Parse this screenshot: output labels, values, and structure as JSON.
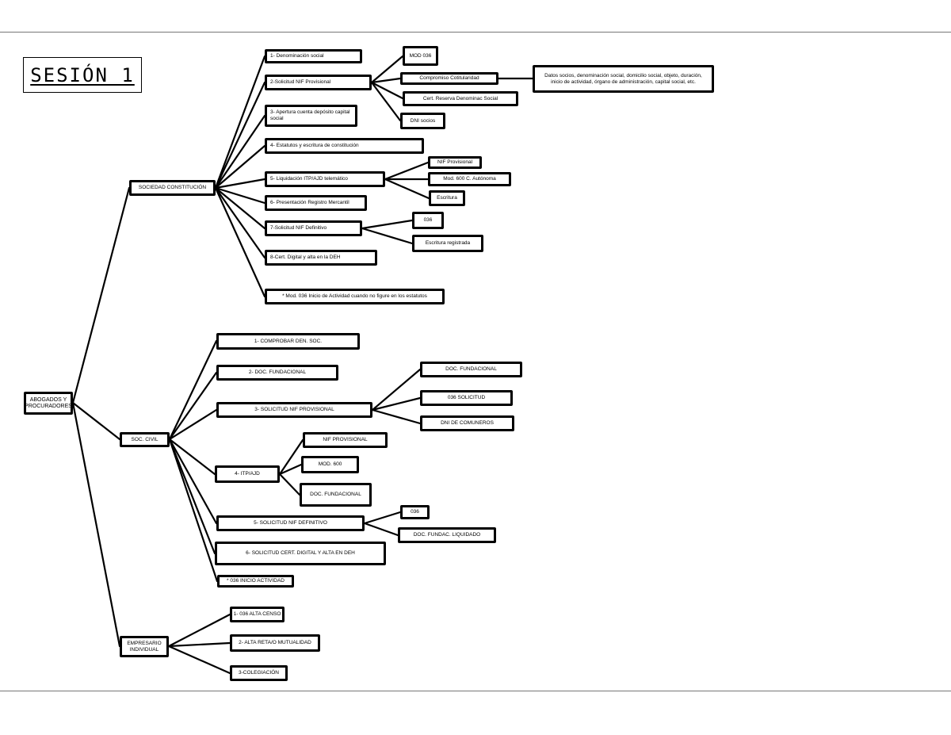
{
  "title": "SESIÓN 1",
  "root": "ABOGADOS Y PROCURADORES",
  "branches": {
    "sociedad": {
      "label": "SOCIEDAD CONSTITUCIÓN",
      "items": [
        "1- Denominación social",
        "2-Solicitud NIF Provisional",
        "3- Apertura cuenta depósito capital social",
        "4- Estatutos y escritura de constitución",
        "5- Liquidación ITP/AJD telemático",
        "6- Presentación Registro Mercantil",
        "7-Solicitud NIF Definitivo",
        "8-Cert. Digital y alta en la DEH",
        "* Mod. 036 Inicio de Actividad cuando no figure en los estatutos"
      ],
      "nif_sub": [
        "MOD 036",
        "Compromiso Cotitularidad",
        "Cert. Reserva Denominac Social",
        "DNI socios"
      ],
      "datos": "Datos socios, denominación social, domicilio social, objeto, duración, inicio de actividad, órgano de administración, capital social, etc.",
      "itp_sub": [
        "NIF Provisional",
        "Mod. 600 C. Autónoma",
        "Escritura"
      ],
      "def_sub": [
        "036",
        "Escritura registrada"
      ]
    },
    "civil": {
      "label": "SOC. CIVIL",
      "items": [
        "1- COMPROBAR DEN. SOC.",
        "2- DOC. FUNDACIONAL",
        "3- SOLICITUD NIF PROVISIONAL",
        "4- ITP/AJD",
        "5- SOLICITUD NIF DEFINITIVO",
        "6- SOLICITUD CERT. DIGITAL Y ALTA EN DEH",
        "* 036 INICIO ACTIVIDAD"
      ],
      "nif_sub": [
        "DOC. FUNDACIONAL",
        "036 SOLICITUD",
        "DNI DE COMUNEROS"
      ],
      "itp_sub": [
        "NIF PROVISIONAL",
        "MOD. 600",
        "DOC. FUNDACIONAL"
      ],
      "def_sub": [
        "036",
        "DOC. FUNDAC. LIQUIDADO"
      ]
    },
    "individual": {
      "label": "EMPRESARIO INDIVIDUAL",
      "items": [
        "1- 036 ALTA CENSO",
        "2- ALTA RETA/O MUTUALIDAD",
        "3-COLEGIACIÓN"
      ]
    }
  }
}
